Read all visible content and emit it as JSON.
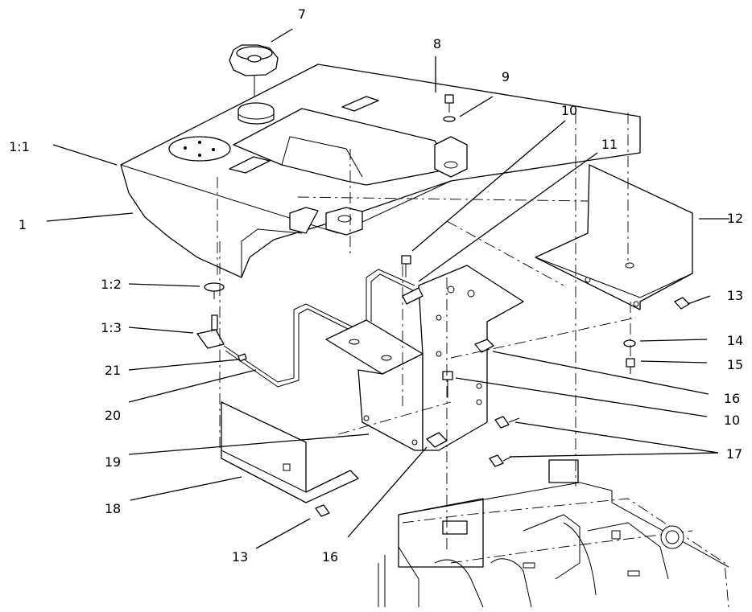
{
  "callouts": [
    {
      "id": "c-7",
      "text": "7"
    },
    {
      "id": "c-8",
      "text": "8"
    },
    {
      "id": "c-9",
      "text": "9"
    },
    {
      "id": "c-10a",
      "text": "10"
    },
    {
      "id": "c-11",
      "text": "11"
    },
    {
      "id": "c-1-1",
      "text": "1:1"
    },
    {
      "id": "c-1",
      "text": "1"
    },
    {
      "id": "c-12",
      "text": "12"
    },
    {
      "id": "c-1-2",
      "text": "1:2"
    },
    {
      "id": "c-13a",
      "text": "13"
    },
    {
      "id": "c-1-3",
      "text": "1:3"
    },
    {
      "id": "c-14",
      "text": "14"
    },
    {
      "id": "c-15",
      "text": "15"
    },
    {
      "id": "c-21",
      "text": "21"
    },
    {
      "id": "c-16a",
      "text": "16"
    },
    {
      "id": "c-20",
      "text": "20"
    },
    {
      "id": "c-10b",
      "text": "10"
    },
    {
      "id": "c-17",
      "text": "17"
    },
    {
      "id": "c-19",
      "text": "19"
    },
    {
      "id": "c-18",
      "text": "18"
    },
    {
      "id": "c-13b",
      "text": "13"
    },
    {
      "id": "c-16b",
      "text": "16"
    }
  ]
}
